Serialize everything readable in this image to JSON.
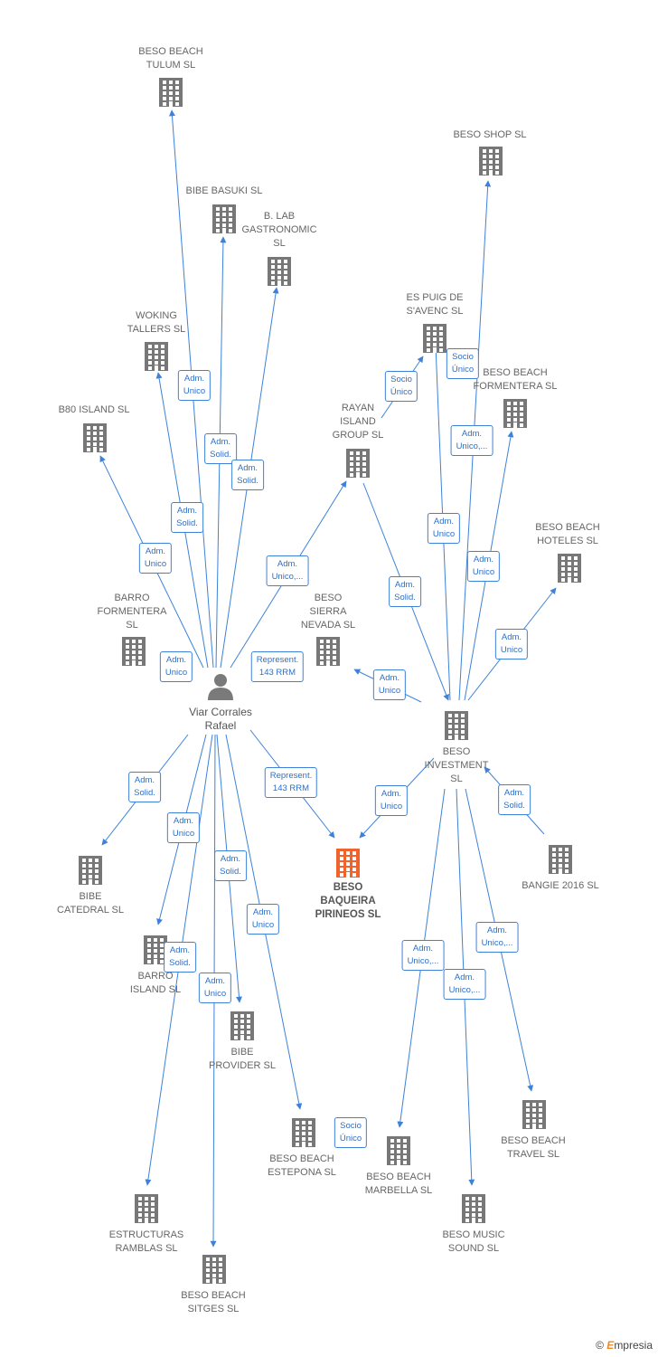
{
  "colors": {
    "edge": "#3d82d8",
    "building": "#777777",
    "focus_building": "#f0632f",
    "person": "#7a7a7a"
  },
  "nodes": [
    {
      "id": "person",
      "label": "Viar Corrales\nRafael",
      "kind": "person"
    },
    {
      "id": "tulum",
      "label": "BESO BEACH\nTULUM  SL",
      "kind": "company"
    },
    {
      "id": "basuki",
      "label": "BIBE BASUKI  SL",
      "kind": "company"
    },
    {
      "id": "lab",
      "label": "B.  LAB\nGASTRONOMIC\nSL",
      "kind": "company"
    },
    {
      "id": "woking",
      "label": "WOKING\nTALLERS  SL",
      "kind": "company"
    },
    {
      "id": "b80",
      "label": "B80 ISLAND  SL",
      "kind": "company"
    },
    {
      "id": "barroform",
      "label": "BARRO\nFORMENTERA\nSL",
      "kind": "company"
    },
    {
      "id": "sierra",
      "label": "BESO\nSIERRA\nNEVADA  SL",
      "kind": "company"
    },
    {
      "id": "rayan",
      "label": "RAYAN\nISLAND\nGROUP SL",
      "kind": "company"
    },
    {
      "id": "puig",
      "label": "ES PUIG DE\nS'AVENC SL",
      "kind": "company"
    },
    {
      "id": "shop",
      "label": "BESO SHOP  SL",
      "kind": "company"
    },
    {
      "id": "formentera",
      "label": "BESO BEACH\nFORMENTERA SL",
      "kind": "company"
    },
    {
      "id": "hoteles",
      "label": "BESO BEACH\nHOTELES  SL",
      "kind": "company"
    },
    {
      "id": "investment",
      "label": "BESO\nINVESTMENT\nSL",
      "kind": "company"
    },
    {
      "id": "baqueira",
      "label": "BESO\nBAQUEIRA\nPIRINEOS  SL",
      "kind": "focus"
    },
    {
      "id": "bangie",
      "label": "BANGIE 2016  SL",
      "kind": "company"
    },
    {
      "id": "catedral",
      "label": "BIBE\nCATEDRAL  SL",
      "kind": "company"
    },
    {
      "id": "barroisland",
      "label": "BARRO\nISLAND  SL",
      "kind": "company"
    },
    {
      "id": "provider",
      "label": "BIBE\nPROVIDER  SL",
      "kind": "company"
    },
    {
      "id": "estepona",
      "label": "BESO BEACH\nESTEPONA  SL",
      "kind": "company"
    },
    {
      "id": "ramblas",
      "label": "ESTRUCTURAS\nRAMBLAS  SL",
      "kind": "company"
    },
    {
      "id": "sitges",
      "label": "BESO BEACH\nSITGES  SL",
      "kind": "company"
    },
    {
      "id": "marbella",
      "label": "BESO BEACH\nMARBELLA  SL",
      "kind": "company"
    },
    {
      "id": "music",
      "label": "BESO MUSIC\nSOUND  SL",
      "kind": "company"
    },
    {
      "id": "travel",
      "label": "BESO BEACH\nTRAVEL  SL",
      "kind": "company"
    }
  ],
  "edges": [
    {
      "from": "person",
      "to": "tulum",
      "label": "Adm.\nUnico"
    },
    {
      "from": "person",
      "to": "basuki",
      "label": "Adm.\nSolid."
    },
    {
      "from": "person",
      "to": "lab",
      "label": "Adm.\nSolid."
    },
    {
      "from": "person",
      "to": "woking",
      "label": "Adm.\nSolid."
    },
    {
      "from": "person",
      "to": "b80",
      "label": "Adm.\nUnico"
    },
    {
      "from": "person",
      "to": "barroform",
      "label": "Adm.\nUnico"
    },
    {
      "from": "person",
      "to": "rayan",
      "label": "Adm.\nUnico,..."
    },
    {
      "from": "person",
      "to": "investment",
      "label": "Represent.\n143 RRM"
    },
    {
      "from": "person",
      "to": "baqueira",
      "label": "Represent.\n143 RRM"
    },
    {
      "from": "person",
      "to": "catedral",
      "label": "Adm.\nSolid."
    },
    {
      "from": "person",
      "to": "barroisland",
      "label": "Adm.\nUnico"
    },
    {
      "from": "person",
      "to": "provider",
      "label": "Adm.\nSolid."
    },
    {
      "from": "person",
      "to": "estepona",
      "label": "Adm.\nUnico"
    },
    {
      "from": "person",
      "to": "ramblas",
      "label": "Adm.\nSolid."
    },
    {
      "from": "person",
      "to": "sitges",
      "label": "Adm.\nUnico"
    },
    {
      "from": "rayan",
      "to": "puig",
      "label": "Socio\nÚnico"
    },
    {
      "from": "rayan",
      "to": "investment",
      "label": "Adm.\nSolid."
    },
    {
      "from": "investment",
      "to": "puig",
      "label": "Adm.\nUnico"
    },
    {
      "from": "investment",
      "to": "shop",
      "label": "Adm.\nUnico,..."
    },
    {
      "from": "investment",
      "to": "formentera",
      "label": "Adm.\nUnico"
    },
    {
      "from": "investment",
      "to": "hoteles",
      "label": "Adm.\nUnico"
    },
    {
      "from": "investment",
      "to": "sierra",
      "label": "Adm.\nUnico"
    },
    {
      "from": "investment",
      "to": "baqueira",
      "label": "Adm.\nUnico"
    },
    {
      "from": "bangie",
      "to": "investment",
      "label": "Adm.\nSolid."
    },
    {
      "from": "investment",
      "to": "marbella",
      "label": "Adm.\nUnico,..."
    },
    {
      "from": "investment",
      "to": "music",
      "label": "Adm.\nUnico,..."
    },
    {
      "from": "investment",
      "to": "travel",
      "label": "Adm.\nUnico,..."
    },
    {
      "from": "shop",
      "to": "puig",
      "label": "Socio\nÚnico"
    },
    {
      "from": "estepona",
      "to": "marbella",
      "label": "Socio\nÚnico"
    }
  ],
  "footer": {
    "copyright": "©",
    "brand_initial": "E",
    "brand_rest": "mpresia"
  }
}
